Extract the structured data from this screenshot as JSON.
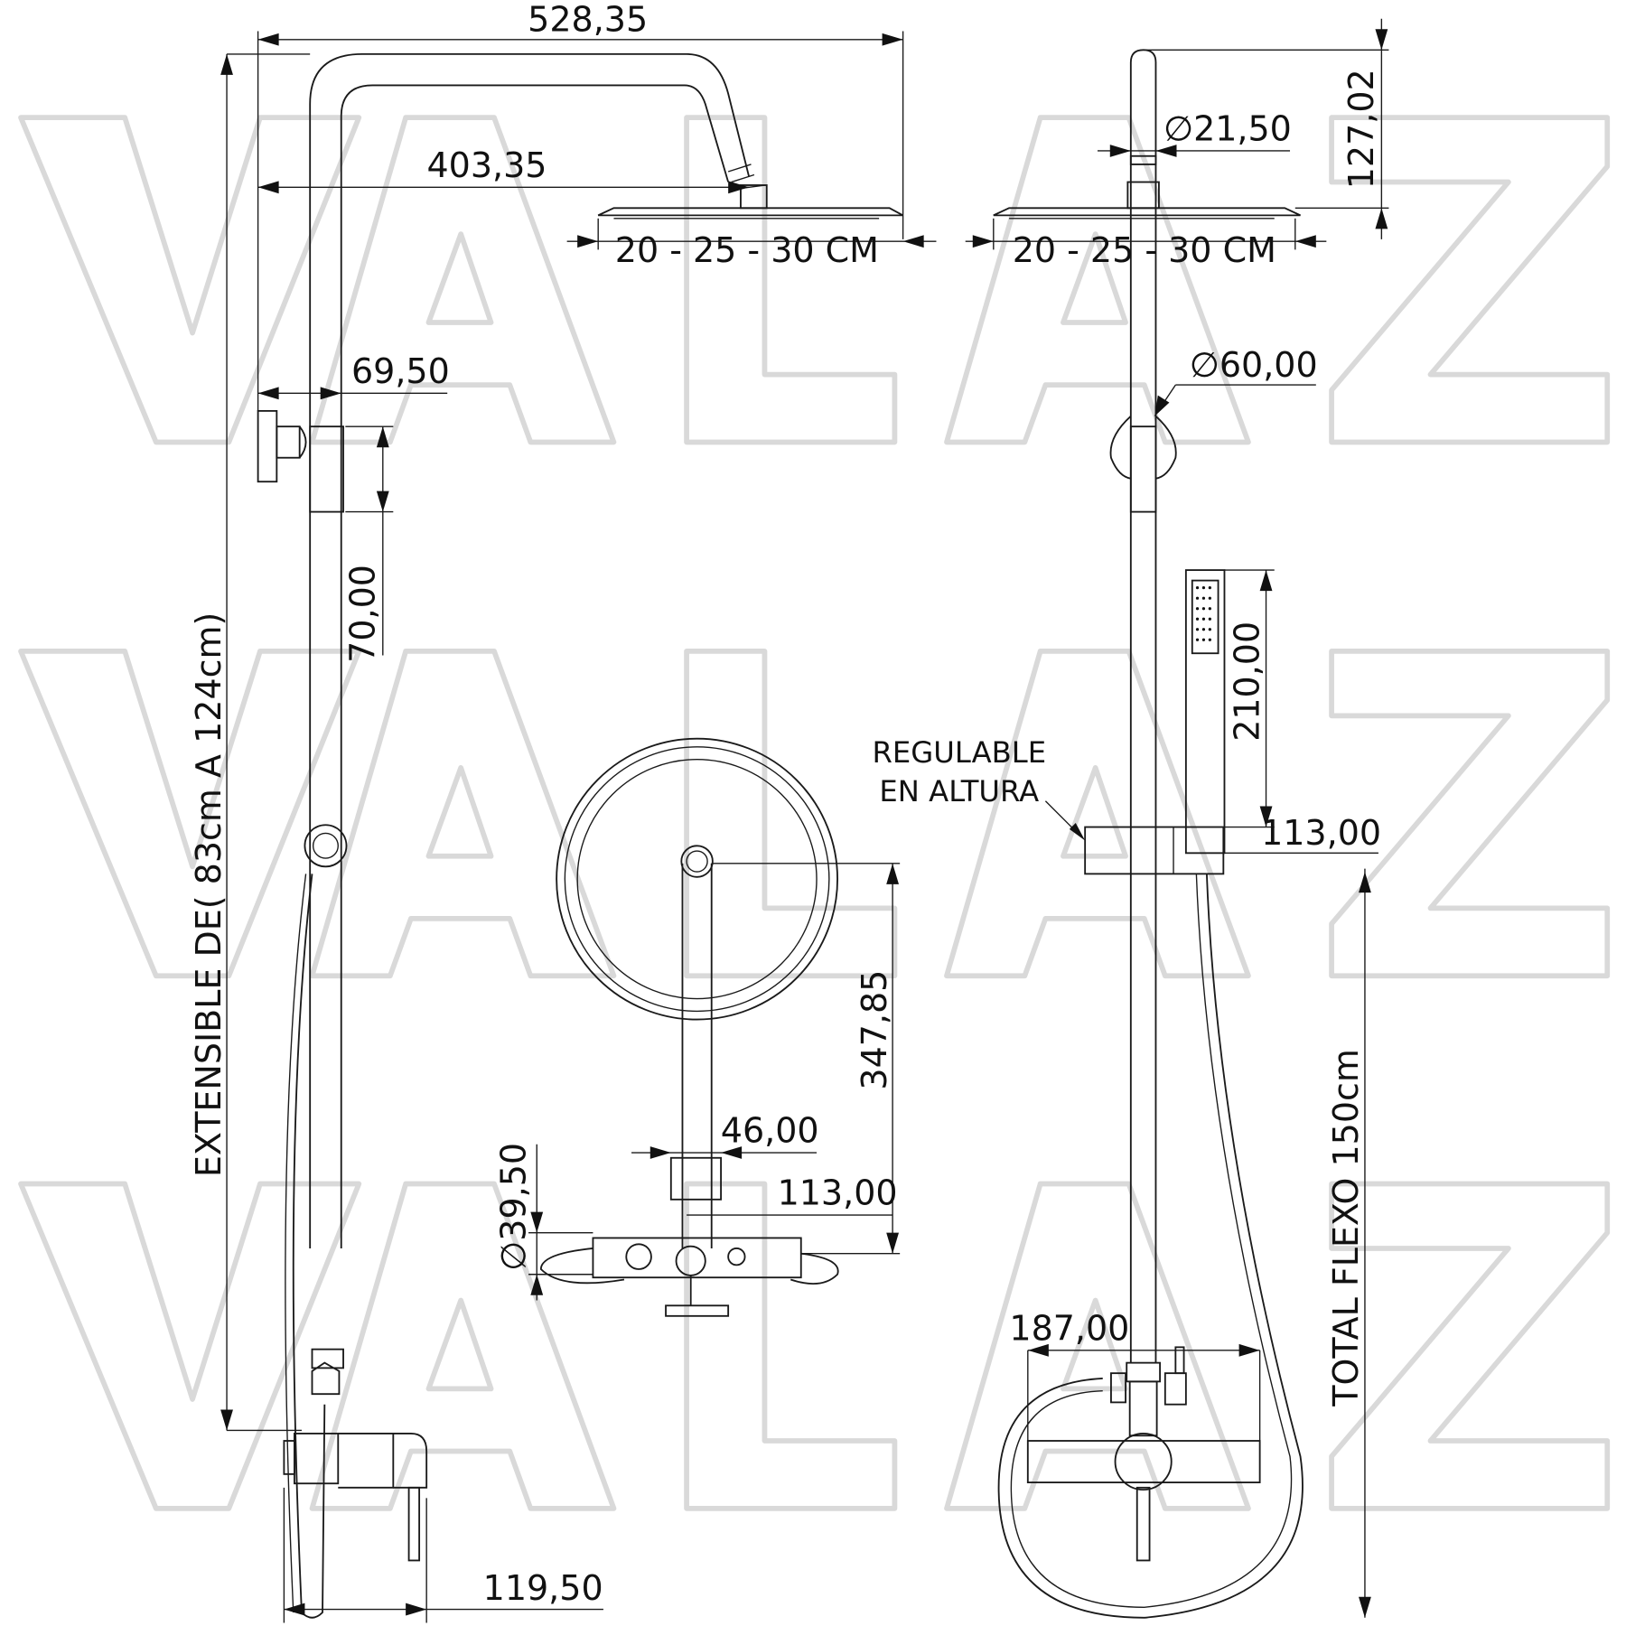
{
  "watermark": {
    "text": "VALAZ",
    "rows": [
      "VALAZ",
      "VALAZ",
      "VALAZ"
    ],
    "color": "#d9d9d9"
  },
  "side_view": {
    "overall_width": "528,35",
    "arm_reach": "403,35",
    "head_size": "20 - 25 - 30 CM",
    "wall_offset": "69,50",
    "bracket_height": "70,00",
    "extensible": "EXTENSIBLE DE( 83cm A 124cm)",
    "mixer_depth": "119,50"
  },
  "front_view": {
    "arm_height": "127,02",
    "pipe_diameter": "∅21,50",
    "head_size": "20 - 25 - 30 CM",
    "bracket_diameter": "∅60,00",
    "handset_length": "210,00",
    "adjustable_note_line1": "REGULABLE",
    "adjustable_note_line2": "EN ALTURA",
    "slider_width": "113,00",
    "hose_total": "TOTAL FLEXO 150cm",
    "mixer_width": "187,00"
  },
  "top_view": {
    "arm_length": "347,85",
    "connector_width": "46,00",
    "mixer_depth": "113,00",
    "mixer_diameter": "∅39,50"
  }
}
